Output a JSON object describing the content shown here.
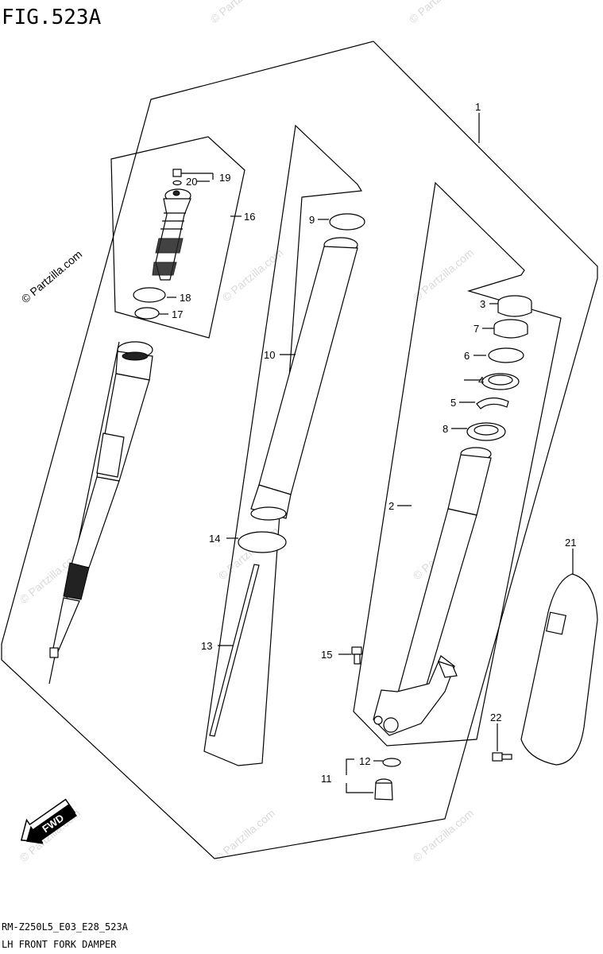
{
  "figure_title": "FIG.523A",
  "footer": {
    "model_code": "RM-Z250L5_E03_E28_523A",
    "diagram_name": "LH FRONT FORK DAMPER"
  },
  "watermark": {
    "text": "© Partzilla.com"
  },
  "fwd_label": "FWD",
  "callouts": [
    {
      "id": "c1",
      "num": "1"
    },
    {
      "id": "c2",
      "num": "2"
    },
    {
      "id": "c3",
      "num": "3"
    },
    {
      "id": "c4",
      "num": "4"
    },
    {
      "id": "c5",
      "num": "5"
    },
    {
      "id": "c6",
      "num": "6"
    },
    {
      "id": "c7",
      "num": "7"
    },
    {
      "id": "c8",
      "num": "8"
    },
    {
      "id": "c9",
      "num": "9"
    },
    {
      "id": "c10",
      "num": "10"
    },
    {
      "id": "c11",
      "num": "11"
    },
    {
      "id": "c12",
      "num": "12"
    },
    {
      "id": "c13",
      "num": "13"
    },
    {
      "id": "c14",
      "num": "14"
    },
    {
      "id": "c15",
      "num": "15"
    },
    {
      "id": "c16",
      "num": "16"
    },
    {
      "id": "c17",
      "num": "17"
    },
    {
      "id": "c18",
      "num": "18"
    },
    {
      "id": "c19",
      "num": "19"
    },
    {
      "id": "c20",
      "num": "20"
    },
    {
      "id": "c21",
      "num": "21"
    },
    {
      "id": "c22",
      "num": "22"
    }
  ]
}
